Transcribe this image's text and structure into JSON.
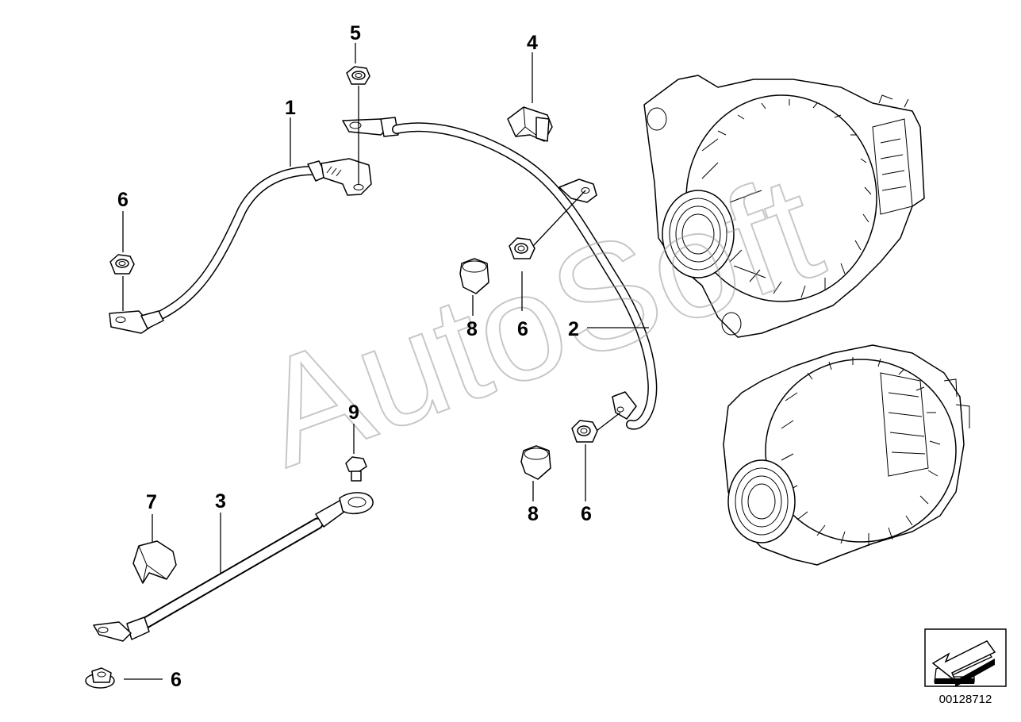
{
  "callouts": {
    "c1": "1",
    "c2": "2",
    "c3": "3",
    "c4": "4",
    "c5": "5",
    "c6a": "6",
    "c6b": "6",
    "c6c": "6",
    "c6d": "6",
    "c7": "7",
    "c8a": "8",
    "c8b": "8",
    "c9": "9"
  },
  "watermark": "AutoSoft",
  "document_number": "00128712",
  "icons": {
    "direction": "direction-arrow-icon"
  }
}
